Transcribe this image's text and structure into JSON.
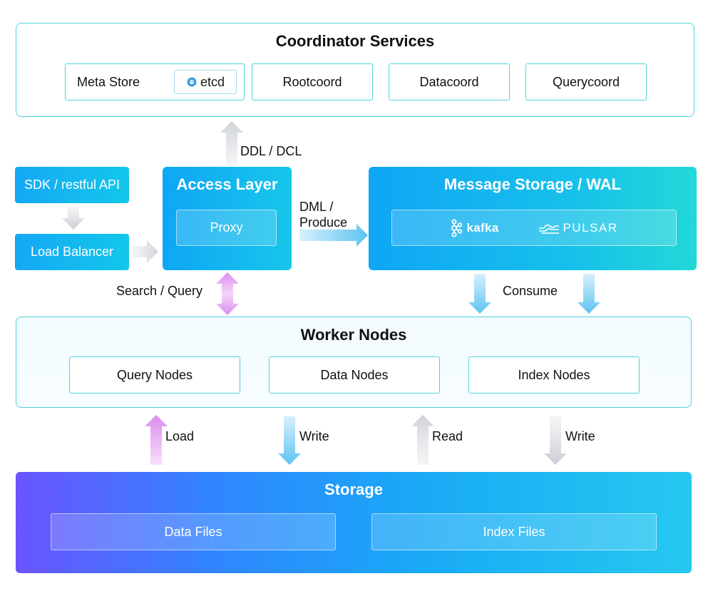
{
  "coordinator": {
    "title": "Coordinator Services",
    "meta_store": "Meta Store",
    "etcd": "etcd",
    "rootcoord": "Rootcoord",
    "datacoord": "Datacoord",
    "querycoord": "Querycoord"
  },
  "client": {
    "sdk": "SDK / restful API",
    "load_balancer": "Load Balancer"
  },
  "access_layer": {
    "title": "Access Layer",
    "proxy": "Proxy"
  },
  "message_storage": {
    "title": "Message Storage / WAL",
    "kafka": "kafka",
    "pulsar": "PULSAR"
  },
  "edges": {
    "ddl_dcl": "DDL / DCL",
    "dml_line1": "DML /",
    "dml_line2": "Produce",
    "search_query": "Search / Query",
    "consume": "Consume",
    "load": "Load",
    "write_1": "Write",
    "read": "Read",
    "write_2": "Write"
  },
  "worker": {
    "title": "Worker Nodes",
    "query_nodes": "Query Nodes",
    "data_nodes": "Data Nodes",
    "index_nodes": "Index Nodes"
  },
  "storage": {
    "title": "Storage",
    "data_files": "Data Files",
    "index_files": "Index Files"
  },
  "colors": {
    "cyan_border": "#4fd2dc",
    "blue": "#14a8f5",
    "teal": "#1fd7dc",
    "purple": "#6a54ff",
    "arrow_gray": "#d4d6dc",
    "arrow_blue": "#6fcaf2",
    "arrow_pink": "#e39cf2"
  }
}
